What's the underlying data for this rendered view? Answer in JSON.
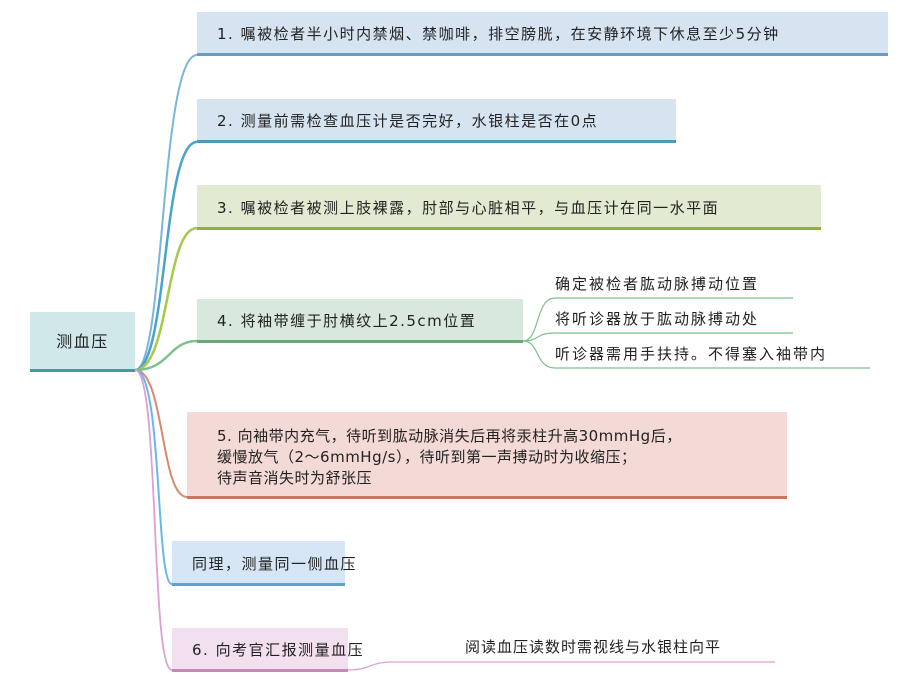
{
  "mindmap": {
    "root": {
      "label": "测血压",
      "color": "#3f9fa0",
      "fill": "#d1e8ea"
    },
    "branches": [
      {
        "label": "1. 嘱被检者半小时内禁烟、禁咖啡，排空膀胱，在安静环境下休息至少5分钟",
        "fill": "#d6e4f1",
        "color": "#6a9cbf"
      },
      {
        "label": "2. 测量前需检查血压计是否完好，水银柱是否在0点",
        "fill": "#d6e4f1",
        "color": "#4a9ab8"
      },
      {
        "label": "3. 嘱被检者被测上肢裸露，肘部与心脏相平，与血压计在同一水平面",
        "fill": "#e2ead2",
        "color": "#8faf3e"
      },
      {
        "label": "4. 将袖带缠于肘横纹上2.5cm位置",
        "fill": "#d8e8dc",
        "color": "#6aa878",
        "children": [
          {
            "label": "确定被检者肱动脉搏动位置"
          },
          {
            "label": "将听诊器放于肱动脉搏动处"
          },
          {
            "label": "听诊器需用手扶持。不得塞入袖带内"
          }
        ]
      },
      {
        "label_lines": [
          "5. 向袖带内充气，待听到肱动脉消失后再将汞柱升高30mmHg后，",
          "缓慢放气（2～6mmHg/s），待听到第一声搏动时为收缩压；",
          "待声音消失时为舒张压"
        ],
        "fill": "#f4dad6",
        "color": "#c8765e"
      },
      {
        "label": "同理，测量同一侧血压",
        "fill": "#d6e6f6",
        "color": "#5ea2d3"
      },
      {
        "label": "6. 向考官汇报测量血压",
        "fill": "#f2e0ee",
        "color": "#c48ab8",
        "children": [
          {
            "label": "阅读血压读数时需视线与水银柱向平"
          }
        ]
      }
    ]
  }
}
